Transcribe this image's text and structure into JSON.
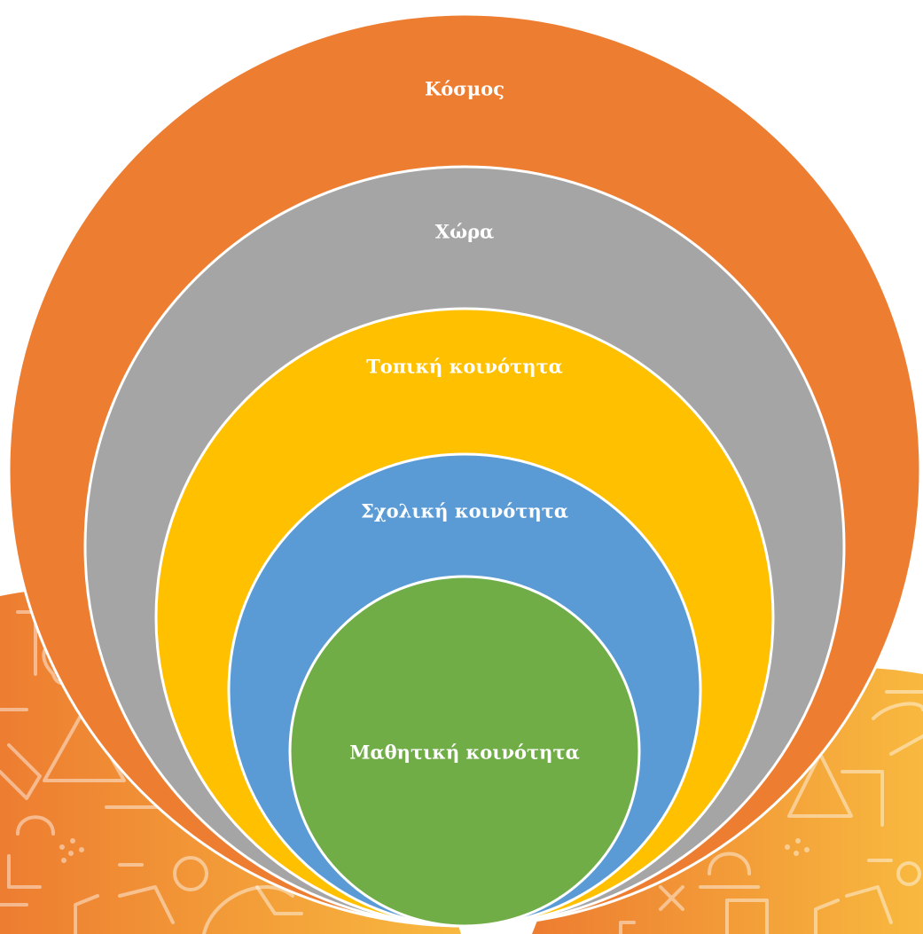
{
  "diagram": {
    "rings": [
      {
        "label": "Κόσμος",
        "color": "#ED7D31"
      },
      {
        "label": "Χώρα",
        "color": "#A5A5A5"
      },
      {
        "label": "Τοπική κοινότητα",
        "color": "#FFC000"
      },
      {
        "label": "Σχολική κοινότητα",
        "color": "#5B9BD5"
      },
      {
        "label": "Μαθητική κοινότητα",
        "color": "#70AD47"
      }
    ],
    "outline_color": "#FFFFFF"
  },
  "background": {
    "left_color": "#ED7D31",
    "right_color": "#F8B93F"
  }
}
